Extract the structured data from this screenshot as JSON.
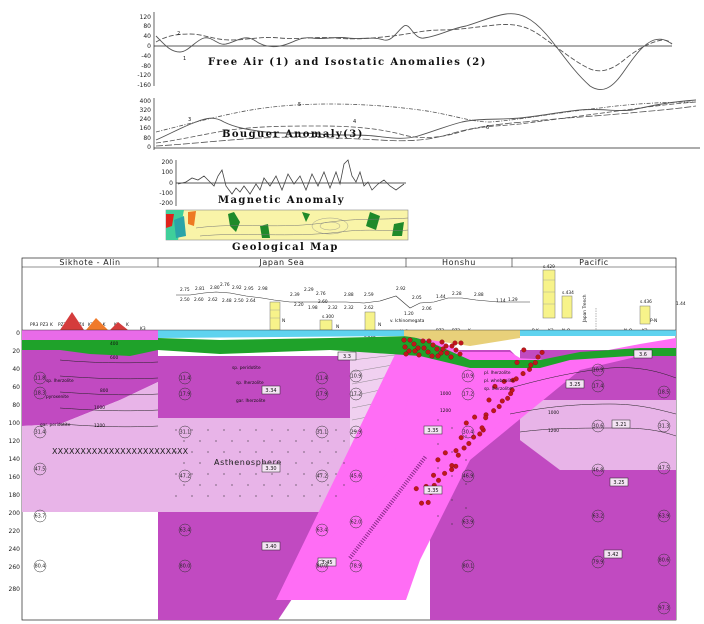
{
  "panels": {
    "free_air": {
      "title": "Free Air (1) and Isostatic Anomalies (2)",
      "ticks": [
        "120",
        "80",
        "40",
        "0",
        "-40",
        "-80",
        "-120",
        "-160"
      ],
      "curve_labels": [
        "1",
        "2"
      ]
    },
    "bouguer": {
      "title": "Bouguer Anomaly(3)",
      "ticks": [
        "400",
        "320",
        "240",
        "160",
        "80",
        "0"
      ],
      "curve_labels": [
        "3",
        "4",
        "5",
        "6"
      ]
    },
    "magnetic": {
      "title": "Magnetic Anomaly",
      "ticks": [
        "200",
        "100",
        "0",
        "-100",
        "-200"
      ]
    },
    "geomap": {
      "title": "Geological Map"
    }
  },
  "section": {
    "regions": [
      "Sikhote - Alin",
      "Japan Sea",
      "Honshu",
      "Pacific"
    ],
    "depth_ticks": [
      "0",
      "20",
      "40",
      "60",
      "80",
      "100",
      "120",
      "140",
      "160",
      "180",
      "200",
      "220",
      "240",
      "260",
      "280"
    ],
    "surface_labels": [
      "PR3",
      "PZ3",
      "K",
      "PZ3",
      "σ",
      "PZ4",
      "K2",
      "J-K",
      "K2",
      "K",
      "K3",
      "PZ3",
      "PZ3",
      "K",
      "P-K",
      "K3",
      "N-Q",
      "N-Q",
      "K2",
      "P-N",
      "N",
      "N",
      "N",
      "N-Q"
    ],
    "well_labels": [
      "s.299",
      "s.300",
      "s.302",
      "v. Ichinomegata",
      "s.429",
      "s.434",
      "s.436",
      "Japan Trench"
    ],
    "heat_flow": [
      "2.75",
      "2.81",
      "2.80",
      "2.76",
      "2.92",
      "2.95",
      "2.98",
      "2.39",
      "2.29",
      "2.76",
      "2.88",
      "2.59",
      "2.92",
      "2.88",
      "1.44",
      "2.28",
      "2.05",
      "1.29",
      "1.14",
      "1.44",
      "2.50",
      "2.60",
      "2.62",
      "2.48",
      "2.50",
      "2.64",
      "2.32",
      "2.62",
      "2.20",
      "1.98",
      "2.60",
      "2.32",
      "1.20",
      "2.06"
    ],
    "layer_labels": [
      "sp. lherzolite",
      "sp. peridotite",
      "pyroxenite",
      "gar. peridotite",
      "sp. lherzolite",
      "gar. lherzolite",
      "Asthenosphere",
      "pl. lherzolite",
      "pl. wheboolite",
      "sp. lherzolite"
    ],
    "isotherms": [
      "400",
      "600",
      "800",
      "1000",
      "1200",
      "1000",
      "1200",
      "1000",
      "1200"
    ],
    "density_boxes": [
      "3.3",
      "3.34",
      "3.30",
      "3.40",
      "3.45",
      "3.35",
      "3.35",
      "3.25",
      "3.21",
      "3.25",
      "3.42",
      "3.6"
    ],
    "pressure_circles": [
      "11.8",
      "18.3",
      "31.4",
      "47.5",
      "63.7",
      "80.4",
      "11.4",
      "17.9",
      "31.1",
      "47.2",
      "63.4",
      "80.0",
      "11.4",
      "17.9",
      "31.1",
      "47.2",
      "63.4",
      "80.0",
      "10.9",
      "17.2",
      "29.9",
      "45.6",
      "62.0",
      "78.9",
      "10.9",
      "17.2",
      "30.4",
      "46.9",
      "63.9",
      "80.1",
      "10.9",
      "17.4",
      "30.6",
      "46.8",
      "63.2",
      "79.9",
      "18.5",
      "31.3",
      "47.5",
      "63.9",
      "80.6",
      "97.3"
    ],
    "xs_row": "XXXXXXXXXXXXXXXXXXXXXXXX"
  },
  "colors": {
    "mantle_dark": "#c14ac1",
    "mantle_light": "#e8b4e8",
    "asthenosphere": "#d683d6",
    "slab": "#ff6df5",
    "crust_green": "#1fa22a",
    "water": "#5fd3ef",
    "sediment_yellow": "#f7f38a",
    "hypocenter": "#c0161c",
    "map_yellow": "#f9f4a8"
  }
}
